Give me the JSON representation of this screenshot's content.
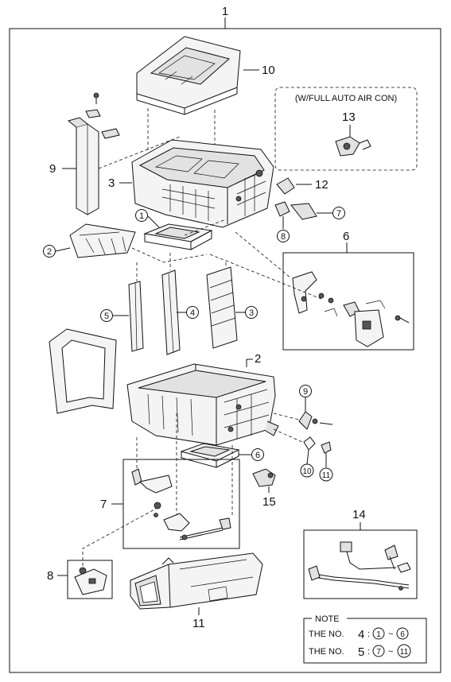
{
  "labels": {
    "p1": "1",
    "p2": "2",
    "p3": "3",
    "p6": "6",
    "p7": "7",
    "p8": "8",
    "p9": "9",
    "p10": "10",
    "p11": "11",
    "p12": "12",
    "p13": "13",
    "p14": "14",
    "p15": "15"
  },
  "circled": {
    "c1": "1",
    "c2": "2",
    "c3": "3",
    "c4": "4",
    "c5": "5",
    "c6": "6",
    "c7": "7",
    "c8": "8",
    "c9": "9",
    "c10": "10",
    "c11": "11"
  },
  "auto_box": {
    "title": "(W/FULL AUTO AIR CON)"
  },
  "note": {
    "title": "NOTE",
    "line1_prefix": "THE NO.",
    "line1_no": "4",
    "line1_from": "1",
    "line1_to": "6",
    "line2_prefix": "THE NO.",
    "line2_no": "5",
    "line2_from": "7",
    "line2_to": "11",
    "separator": ":",
    "tilde": "~"
  }
}
